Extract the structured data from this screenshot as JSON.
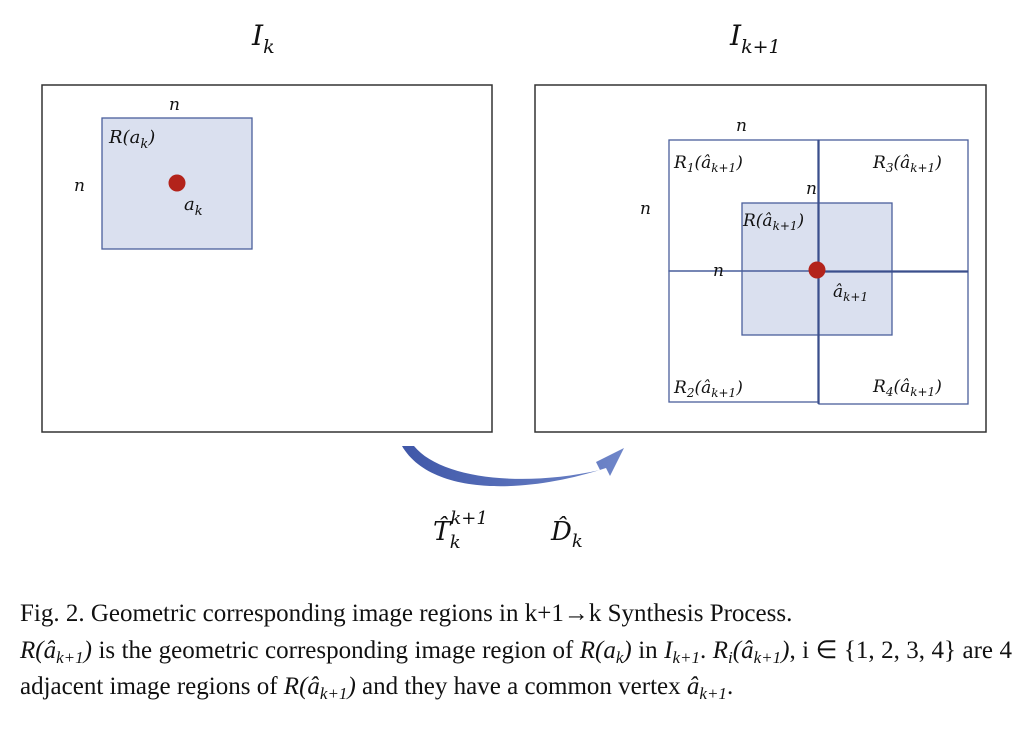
{
  "figure": {
    "left_panel": {
      "title": {
        "base": "I",
        "sub": "k"
      },
      "region_label": {
        "base": "R(a",
        "sub": "k",
        "close": ")"
      },
      "point_label": {
        "base": "a",
        "sub": "k"
      },
      "side_top": "n",
      "side_left": "n"
    },
    "right_panel": {
      "title": {
        "base": "I",
        "sub": "k+1"
      },
      "region_label": {
        "base": "R(â",
        "sub": "k+1",
        "close": ")"
      },
      "point_label": {
        "base": "â",
        "sub": "k+1"
      },
      "sub_regions": [
        {
          "base": "R",
          "idx": "1",
          "arg": "(â",
          "sub": "k+1",
          "close": ")"
        },
        {
          "base": "R",
          "idx": "2",
          "arg": "(â",
          "sub": "k+1",
          "close": ")"
        },
        {
          "base": "R",
          "idx": "3",
          "arg": "(â",
          "sub": "k+1",
          "close": ")"
        },
        {
          "base": "R",
          "idx": "4",
          "arg": "(â",
          "sub": "k+1",
          "close": ")"
        }
      ],
      "side_labels": [
        "n",
        "n",
        "n",
        "n"
      ]
    },
    "arrow": {
      "transform_label": {
        "base": "T̂",
        "sup": "k+1",
        "sub": "k"
      },
      "displacement_label": {
        "base": "D̂",
        "sub": "k"
      }
    },
    "colors": {
      "region_fill": "#dae0ef",
      "region_stroke": "#4a5f9c",
      "point": "#b3231b",
      "arrow": "#4a63b0"
    }
  },
  "caption": {
    "l1": "Fig. 2.   Geometric corresponding image regions in k+1→k Synthesis Process.",
    "r_hat": "R(â",
    "k1": "k+1",
    "close": ")",
    "l2a": " is the geometric corresponding image region of ",
    "r_ak": "R(a",
    "k": "k",
    "l2b": " in ",
    "I": "I",
    "dot": ".",
    "ri": "R",
    "i": "i",
    "l3a": ", i ∈ {1, 2, 3, 4} are 4 adjacent image regions of ",
    "l3b": " and they have a common vertex ",
    "ahat": "â"
  }
}
